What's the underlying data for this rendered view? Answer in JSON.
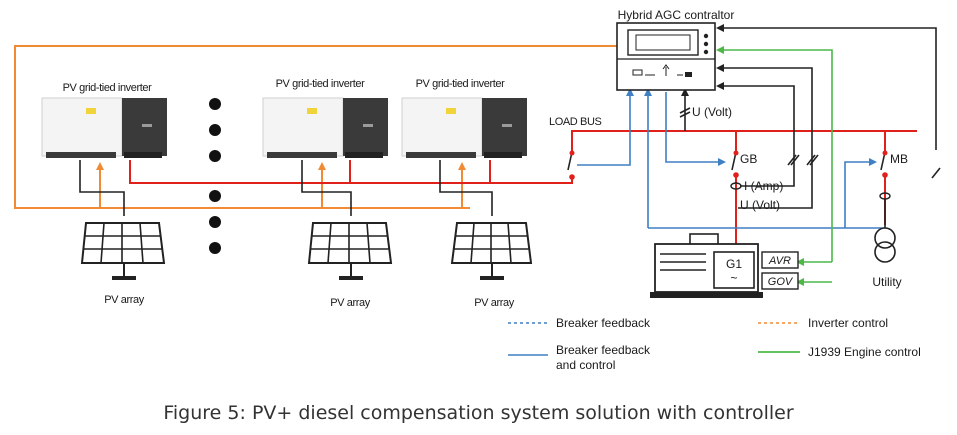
{
  "controller": {
    "title": "Hybrid AGC contraltor"
  },
  "inverters": [
    {
      "label": "PV grid-tied inverter"
    },
    {
      "label": "PV grid-tied inverter"
    },
    {
      "label": "PV grid-tied inverter"
    }
  ],
  "pv_arrays": [
    {
      "label": "PV array"
    },
    {
      "label": "PV array"
    },
    {
      "label": "PV array"
    }
  ],
  "bus": {
    "label": "LOAD BUS"
  },
  "measurements": {
    "bus_voltage": "U (Volt)",
    "gen_current": "I (Amp)",
    "gen_voltage": "U (Volt)"
  },
  "breakers": {
    "gb": "GB",
    "mb": "MB"
  },
  "generator": {
    "label": "G1",
    "symbol": "~",
    "avr": "AVR",
    "gov": "GOV"
  },
  "utility": {
    "label": "Utility"
  },
  "legend": {
    "breaker_feedback": "Breaker feedback",
    "breaker_feedback_control_line1": "Breaker feedback",
    "breaker_feedback_control_line2": "and control",
    "inverter_control": "Inverter control",
    "engine_control": "J1939 Engine control"
  },
  "colors": {
    "red_bus": "#e0201b",
    "orange_control": "#f08a35",
    "blue_feedback": "#3f7fc4",
    "green_engine": "#4db848",
    "black_wire": "#222222"
  },
  "caption": "Figure 5: PV+ diesel compensation system solution with controller"
}
